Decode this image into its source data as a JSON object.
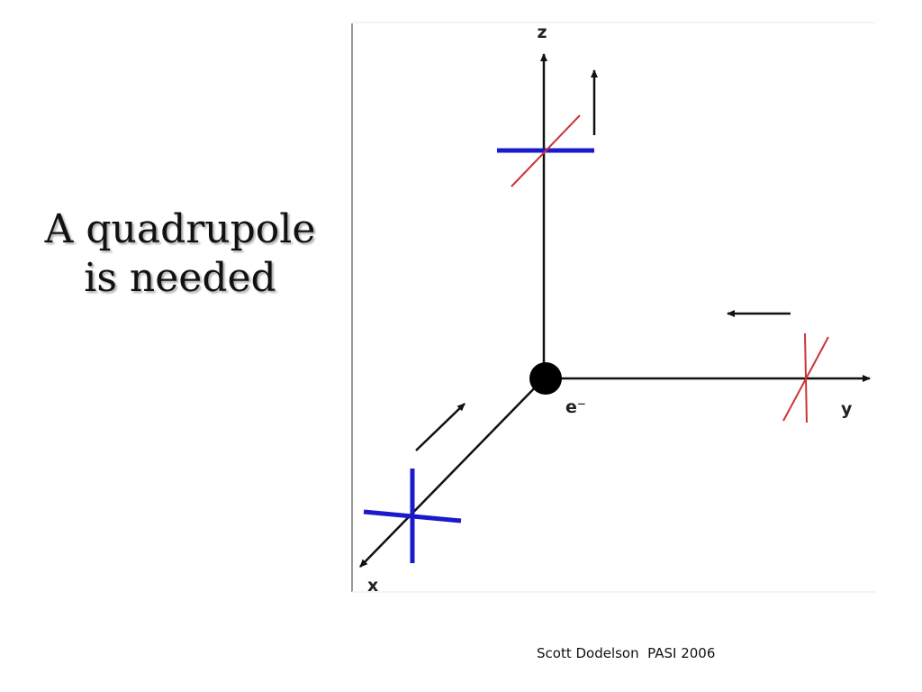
{
  "title": {
    "line1": "A quadrupole",
    "line2": "is needed"
  },
  "diagram": {
    "axes": {
      "z_label": "z",
      "y_label": "y",
      "x_label": "x"
    },
    "electron_label": "e⁻",
    "colors": {
      "axis": "#111111",
      "strong_polarization": "#1a1acc",
      "weak_polarization": "#cc3333"
    }
  },
  "footer": {
    "credit": "Scott Dodelson  PASI 2006"
  }
}
